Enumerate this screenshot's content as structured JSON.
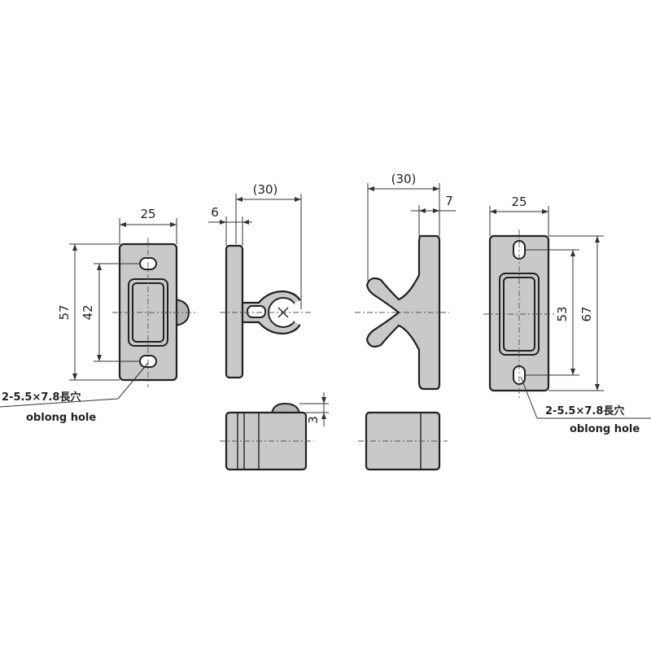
{
  "dimensions": {
    "catch_width": "25",
    "catch_height": "57",
    "catch_hole_pitch": "42",
    "catch_side_depth": "(30)",
    "catch_side_thickness": "6",
    "catch_roller_protrusion": "3",
    "strike_side_depth": "(30)",
    "strike_side_thickness": "7",
    "strike_width": "25",
    "strike_hole_pitch": "53",
    "strike_height": "67"
  },
  "notes": {
    "catch_hole_spec": "2-5.5×7.8長穴",
    "catch_hole_label": "oblong hole",
    "strike_hole_spec": "2-5.5×7.8長穴",
    "strike_hole_label": "oblong hole"
  }
}
